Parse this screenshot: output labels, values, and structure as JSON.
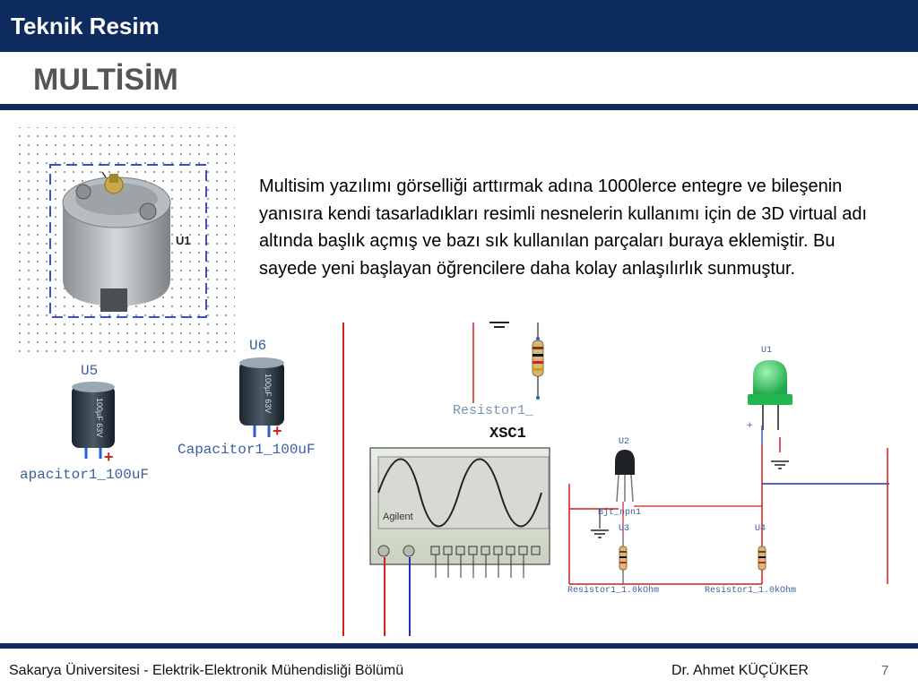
{
  "header": {
    "title": "Teknik Resim"
  },
  "slide": {
    "title": "MULTİSİM",
    "body": "Multisim yazılımı görselliği arttırmak adına 1000lerce entegre ve bileşenin yanısıra kendi tasarladıkları resimli nesnelerin kullanımı için de 3D virtual adı altında başlık açmış ve bazı sık kullanılan parçaları buraya eklemiştir. Bu sayede yeni başlayan öğrencilere daha kolay anlaşılırlık sunmuştur."
  },
  "footer": {
    "institution": "Sakarya Üniversitesi  - Elektrik-Elektronik Mühendisliği Bölümü",
    "author": "Dr. Ahmet KÜÇÜKER",
    "page": "7"
  },
  "schematic": {
    "motor_ref": "U1",
    "cap_u5": {
      "ref": "U5",
      "label": "apacitor1_100uF",
      "body_text": "100µF 63V"
    },
    "cap_u6": {
      "ref": "U6",
      "label": "Capacitor1_100uF",
      "body_text": "100µF 63V"
    },
    "resistor_top_label": "Resistor1_",
    "scope_ref": "XSC1",
    "scope_brand": "Agilent",
    "led_ref": "U1",
    "transistor_ref": "U2",
    "transistor_label": "Bjt_npn1",
    "res_left_ref": "U3",
    "res_left_label": "Resistor1_1.0kOhm",
    "res_right_ref": "U4",
    "res_right_label": "Resistor1_1.0kOhm",
    "plus_sign": "+"
  },
  "colors": {
    "header": "#0d2b5c",
    "title_gray": "#555555",
    "label_blue": "#3a5fa0",
    "wire_red": "#d21f1f",
    "wire_blue": "#1f2fbf",
    "selection_blue": "#3a4fd0"
  }
}
